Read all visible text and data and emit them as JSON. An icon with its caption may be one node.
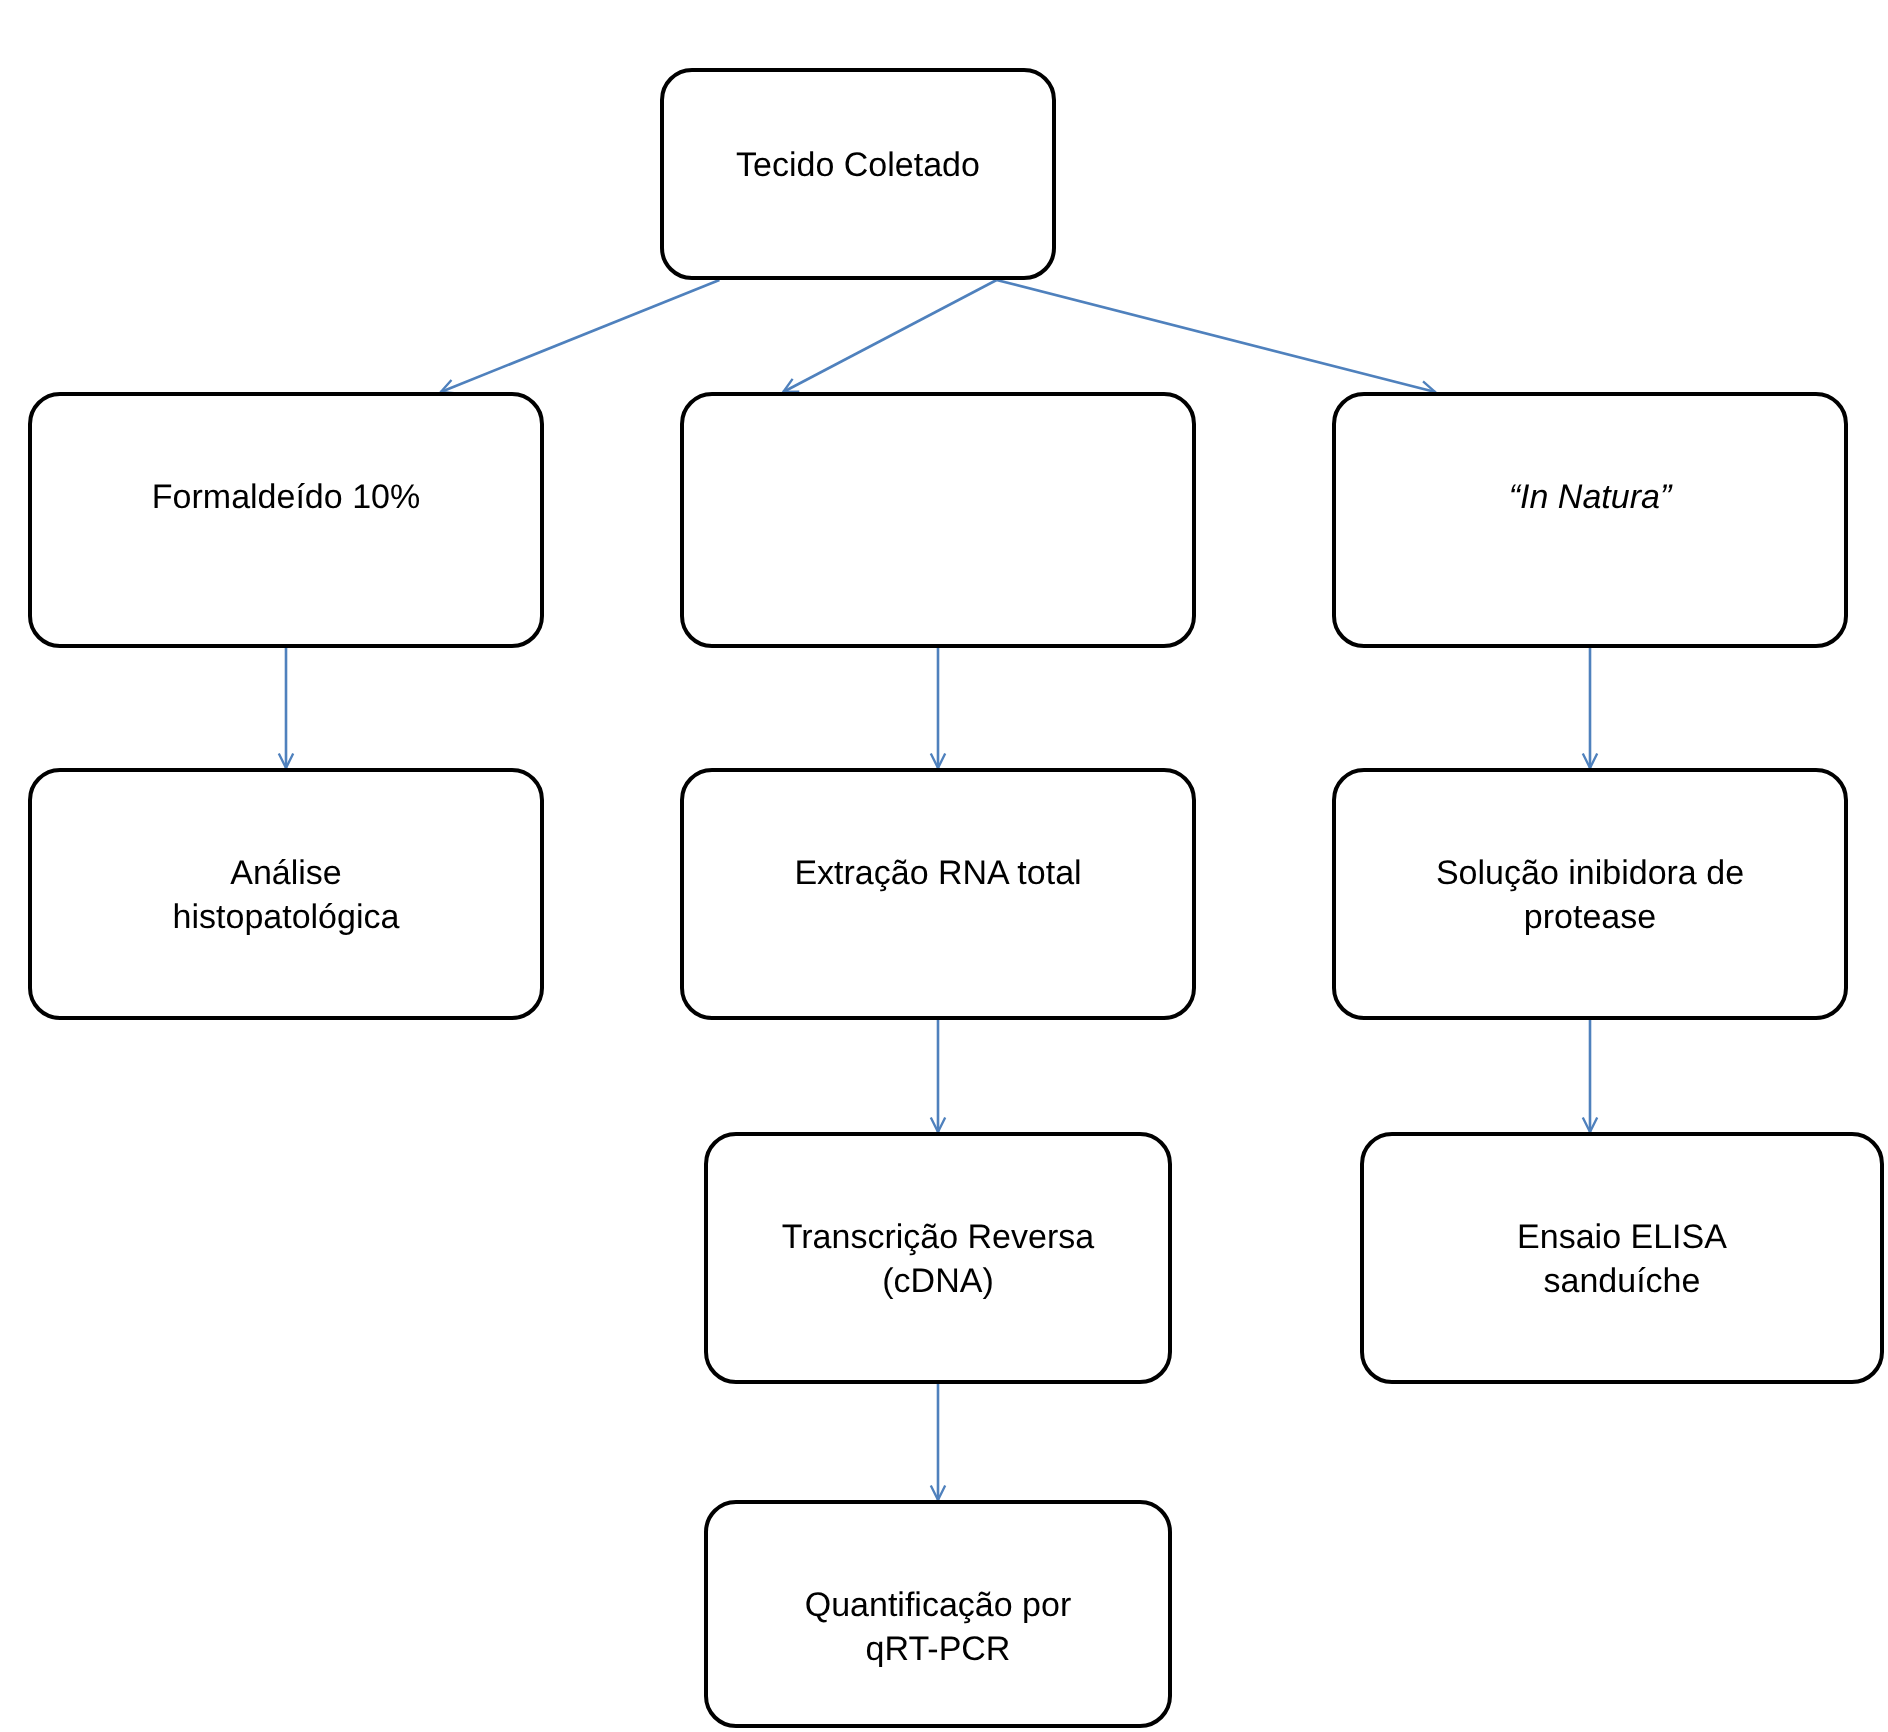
{
  "diagram": {
    "nodes": [
      {
        "text": [
          "Tecido Coletado"
        ]
      },
      {
        "text": [
          "Formaldeído 10%"
        ]
      },
      {
        "text": [],
        "shape": "box"
      },
      {
        "text": [
          "“In Natura”"
        ]
      },
      {
        "text": [
          "Análise histopatológica"
        ]
      },
      {
        "text": [
          "Extração RNA total"
        ]
      },
      {
        "text": [
          "Solução inibidora de protease"
        ]
      },
      {
        "text": [
          "Transcrição Reversa (cDNA)"
        ]
      },
      {
        "text": [
          "Ensaio ELISA sanduíche"
        ]
      },
      {
        "text": [
          "Quantificação por qRT-PCR"
        ]
      }
    ],
    "edges": [
      {
        "from": 0,
        "to": 1,
        "arrow": "to"
      },
      {
        "from": 0,
        "to": 2,
        "arrow": "to"
      },
      {
        "from": 0,
        "to": 3,
        "arrow": "to"
      },
      {
        "from": 1,
        "to": 4,
        "arrow": "to"
      },
      {
        "from": 2,
        "to": 5,
        "arrow": "to"
      },
      {
        "from": 3,
        "to": 6,
        "arrow": "to"
      },
      {
        "from": 5,
        "to": 7,
        "arrow": "to"
      },
      {
        "from": 6,
        "to": 8,
        "arrow": "to"
      },
      {
        "from": 7,
        "to": 9,
        "arrow": "to"
      }
    ]
  }
}
